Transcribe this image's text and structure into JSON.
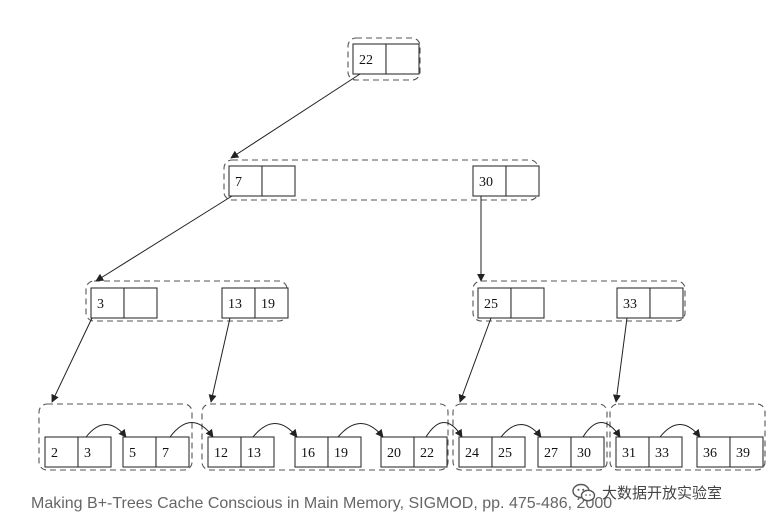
{
  "tree": {
    "levels": [
      {
        "name": "root",
        "groups": [
          {
            "nodes": [
              {
                "keys": [
                  "22",
                  ""
                ]
              }
            ]
          }
        ]
      },
      {
        "name": "level-1",
        "groups": [
          {
            "nodes": [
              {
                "keys": [
                  "7",
                  ""
                ]
              },
              {
                "keys": [
                  "30",
                  ""
                ]
              }
            ]
          }
        ]
      },
      {
        "name": "level-2",
        "groups": [
          {
            "nodes": [
              {
                "keys": [
                  "3",
                  ""
                ]
              },
              {
                "keys": [
                  "13",
                  "19"
                ]
              }
            ]
          },
          {
            "nodes": [
              {
                "keys": [
                  "25",
                  ""
                ]
              },
              {
                "keys": [
                  "33",
                  ""
                ]
              }
            ]
          }
        ]
      },
      {
        "name": "leaves",
        "groups": [
          {
            "nodes": [
              {
                "keys": [
                  "2",
                  "3"
                ]
              },
              {
                "keys": [
                  "5",
                  "7"
                ]
              }
            ]
          },
          {
            "nodes": [
              {
                "keys": [
                  "12",
                  "13"
                ]
              },
              {
                "keys": [
                  "16",
                  "19"
                ]
              },
              {
                "keys": [
                  "20",
                  "22"
                ]
              }
            ]
          },
          {
            "nodes": [
              {
                "keys": [
                  "24",
                  "25"
                ]
              },
              {
                "keys": [
                  "27",
                  "30"
                ]
              }
            ]
          },
          {
            "nodes": [
              {
                "keys": [
                  "31",
                  "33"
                ]
              },
              {
                "keys": [
                  "36",
                  "39"
                ]
              }
            ]
          }
        ]
      }
    ]
  },
  "caption": "Making B+-Trees Cache Conscious in Main Memory, SIGMOD, pp. 475-486, 2000",
  "watermark": {
    "text": "大数据开放实验室",
    "icon": "wechat-icon"
  }
}
